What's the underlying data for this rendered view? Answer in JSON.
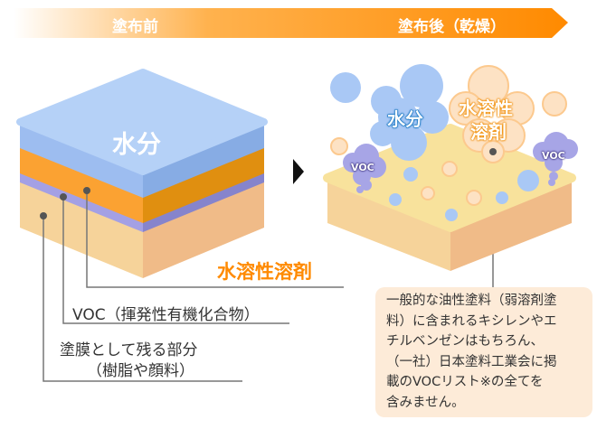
{
  "header": {
    "before_label": "塗布前",
    "after_label": "塗布後（乾燥）"
  },
  "before": {
    "water_label": "水分",
    "solvent_label": "水溶性溶剤",
    "voc_label": "VOC（揮発性有機化合物）",
    "film_label_line1": "塗膜として残る部分",
    "film_label_line2": "（樹脂や顔料）"
  },
  "after": {
    "water_label": "水分",
    "solvent_label_line1": "水溶性",
    "solvent_label_line2": "溶剤",
    "voc_left": "VOC",
    "voc_right": "VOC"
  },
  "note": {
    "lines": [
      "一般的な油性塗料（弱溶剤塗",
      "料）に含まれるキシレンやエ",
      "チルベンゼンはもちろん、",
      "（一社）日本塗料工業会に掲",
      "載のVOCリスト※の全てを",
      "含みません。"
    ]
  },
  "colors": {
    "orange": "#ff8a00",
    "water": "#a9c8f5",
    "voc": "#a7a5e6",
    "film": "#f5d39a"
  }
}
